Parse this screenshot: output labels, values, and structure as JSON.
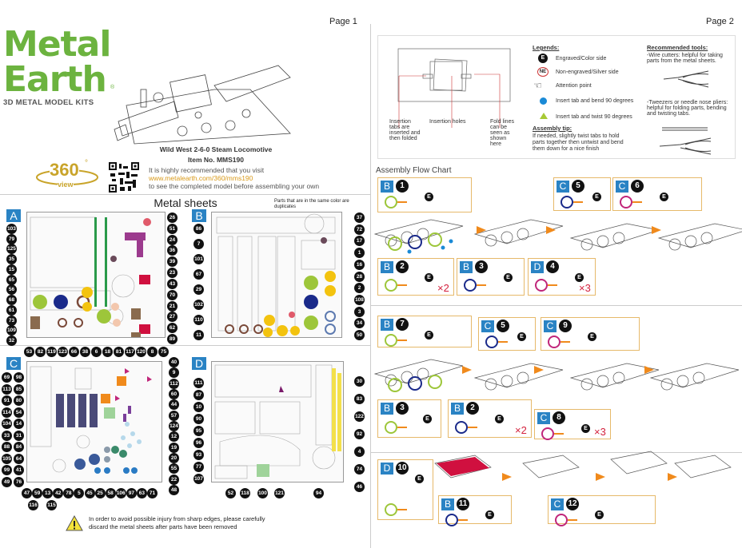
{
  "page1": {
    "label": "Page 1",
    "brand": {
      "line1": "Metal",
      "line2": "Earth",
      "registered": "®",
      "tagline": "3D METAL MODEL KITS"
    },
    "model_title": "Wild West 2-6-0 Steam Locomotive",
    "item_no": "Item No. MMS190",
    "view360": {
      "number": "360",
      "degree": "°",
      "word": "view"
    },
    "visit": {
      "line1": "It is highly recommended that you visit",
      "url": "www.metalearth.com/360/mms190",
      "line3": "to see the completed model before assembling your own"
    },
    "sheets_title": "Metal sheets",
    "duplicates_note": "Parts that are in the same color are duplicates",
    "sheets": {
      "A": {
        "letter": "A",
        "left": [
          "103",
          "79",
          "125",
          "35",
          "15",
          "65",
          "56",
          "68",
          "61",
          "73",
          "109",
          "32"
        ],
        "right": [
          "26",
          "51",
          "24",
          "36",
          "39",
          "23",
          "43",
          "70",
          "21",
          "27",
          "62",
          "89"
        ]
      },
      "B": {
        "letter": "B",
        "left": [
          "86",
          "7",
          "101",
          "67",
          "29",
          "102",
          "110",
          "11"
        ],
        "right": [
          "37",
          "72",
          "17",
          "1",
          "16",
          "28",
          "2",
          "108",
          "3",
          "34",
          "50"
        ]
      },
      "C": {
        "letter": "C",
        "top": [
          "53",
          "82",
          "119",
          "123",
          "66",
          "38",
          "6",
          "18",
          "81",
          "117",
          "120",
          "8",
          "75"
        ],
        "left": [
          "69",
          "98",
          "113",
          "85",
          "91",
          "80",
          "114",
          "54",
          "104",
          "14",
          "33",
          "31",
          "88",
          "84",
          "105",
          "64",
          "99",
          "41",
          "49",
          "76"
        ],
        "right": [
          "40",
          "9",
          "112",
          "60",
          "44",
          "57",
          "124",
          "12",
          "19",
          "20",
          "55",
          "22",
          "48"
        ],
        "bottom": [
          "47",
          "59",
          "13",
          "42",
          "78",
          "5",
          "45",
          "25",
          "58",
          "106",
          "97",
          "63",
          "71"
        ],
        "bottom2": [
          "116",
          "115"
        ]
      },
      "D": {
        "letter": "D",
        "left": [
          "111",
          "87",
          "10",
          "90",
          "95",
          "96",
          "93",
          "77",
          "107"
        ],
        "right": [
          "30",
          "83",
          "122",
          "92",
          "4",
          "74",
          "46"
        ],
        "bottom": [
          "52",
          "118",
          "100",
          "121",
          "94"
        ]
      }
    },
    "warning": {
      "line1": "In order to avoid possible injury from sharp edges, please carefully",
      "line2": "discard the metal sheets after parts have been removed"
    }
  },
  "page2": {
    "label": "Page 2",
    "diagram": {
      "tabs": "Insertion tabs are inserted and then folded",
      "holes": "Insertion holes",
      "fold": "Fold lines can be seen as shown here"
    },
    "legends": {
      "title": "Legends:",
      "engraved_badge": "E",
      "engraved": "Engraved/Color side",
      "non_badge": "NE",
      "non_engraved": "Non-engraved/Silver side",
      "attention": "Attention point",
      "bend": "Insert tab and bend 90 degrees",
      "twist": "Insert tab and twist 90 degrees"
    },
    "tip": {
      "title": "Assembly tip:",
      "text": "If needed, slightly twist tabs to hold parts together then untwist and bend them down for a nice finish"
    },
    "tools": {
      "title": "Recommended tools:",
      "cutters": "-Wire cutters: helpful for taking parts from the metal sheets.",
      "tweezers": "-Tweezers or needle nose pliers: helpful for folding parts, bending and twisting tabs."
    },
    "flow_title": "Assembly Flow Chart",
    "steps": [
      {
        "sheet": "B",
        "num": "1"
      },
      {
        "sheet": "C",
        "num": "5"
      },
      {
        "sheet": "C",
        "num": "6"
      },
      {
        "sheet": "B",
        "num": "2",
        "mult": "×2"
      },
      {
        "sheet": "B",
        "num": "3"
      },
      {
        "sheet": "D",
        "num": "4",
        "mult": "×3"
      },
      {
        "sheet": "B",
        "num": "7"
      },
      {
        "sheet": "C",
        "num": "5"
      },
      {
        "sheet": "C",
        "num": "9"
      },
      {
        "sheet": "B",
        "num": "3"
      },
      {
        "sheet": "B",
        "num": "2",
        "mult": "×2"
      },
      {
        "sheet": "C",
        "num": "8",
        "mult": "×3"
      },
      {
        "sheet": "D",
        "num": "10"
      },
      {
        "sheet": "B",
        "num": "11"
      },
      {
        "sheet": "C",
        "num": "12"
      }
    ],
    "e_badge": "E"
  },
  "colors": {
    "brand_green": "#6cb33f",
    "sheet_blue": "#2a83c4",
    "arrow_orange": "#f08a1c",
    "mult_red": "#d4213d"
  }
}
